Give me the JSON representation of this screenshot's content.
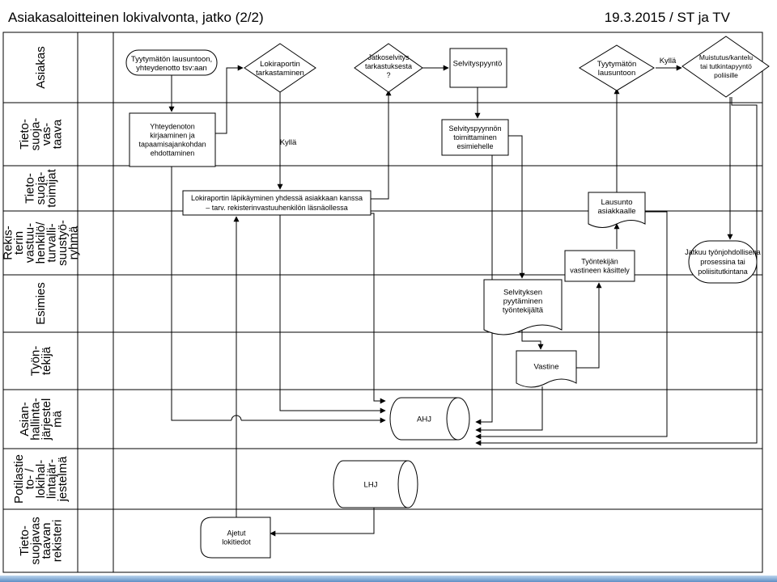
{
  "header": {
    "title": "Asiakasaloitteinen lokivalvonta, jatko (2/2)",
    "date_authors": "19.3.2015 / ST ja TV"
  },
  "lanes": [
    [
      "Asiakas"
    ],
    [
      "Tieto-",
      "suoja-",
      "vas-",
      "taava"
    ],
    [
      "Tieto-",
      "suoja-",
      "toimijat"
    ],
    [
      "Rekis-",
      "terin",
      "vastuu-",
      "henkilö/",
      "turvalli-",
      "suustyö-",
      "ryhmä"
    ],
    [
      "Esimies"
    ],
    [
      "Työn-",
      "tekijä"
    ],
    [
      "Asian-",
      "hallinta-",
      "järjestel",
      "mä"
    ],
    [
      "Potilastie",
      "to- /",
      "lokihal-",
      "lintajär-",
      "jestelmä"
    ],
    [
      "Tieto-",
      "suojavas",
      "taavan",
      "rekisteri"
    ]
  ],
  "nodes": {
    "tyytymaton1": [
      "Tyytymätön lausuntoon,",
      "yhteydenotto tsv:aan"
    ],
    "lokiraportin_tark": [
      "Lokiraportin",
      "tarkastaminen"
    ],
    "jatkoselvitys": [
      "Jatkoselvitys",
      "tarkastuksesta",
      "?"
    ],
    "selvityspyynto": [
      "Selvityspyyntö"
    ],
    "tyytymaton2": [
      "Tyytymätön",
      "lausuntoon"
    ],
    "muistutus": [
      "Muistutus/kantelu",
      "tai tutkintapyyntö",
      "poliisille"
    ],
    "yhteydenoton": [
      "Yhteydenoton",
      "kirjaaminen ja",
      "tapaamisajankohdan",
      "ehdottaminen"
    ],
    "selvityspyynnon_toim": [
      "Selvityspyynnön",
      "toimittaminen",
      "esimiehelle"
    ],
    "lausunto": [
      "Lausunto",
      "asiakkaalle"
    ],
    "lokiraportin_lapi": [
      "Lokiraportin läpikäyminen yhdessä asiakkaan kanssa",
      "– tarv. rekisterinvastuuhenkilön läsnäollessa"
    ],
    "jatkuu": [
      "Jatkuu työnjohdollisena",
      "prosessina tai",
      "poliisitutkintana"
    ],
    "vastineen_kasittely": [
      "Työntekijän",
      "vastineen käsittely"
    ],
    "selvityksen_pyyt": [
      "Selvityksen",
      "pyytäminen",
      "työntekijältä"
    ],
    "vastine": [
      "Vastine"
    ],
    "ahj": [
      "AHJ"
    ],
    "lhj": [
      "LHJ"
    ],
    "ajetut": [
      "Ajetut",
      "lokitiedot"
    ]
  },
  "edge_labels": {
    "kylla_1": "Kyllä",
    "kylla_2": "Kyllä"
  }
}
